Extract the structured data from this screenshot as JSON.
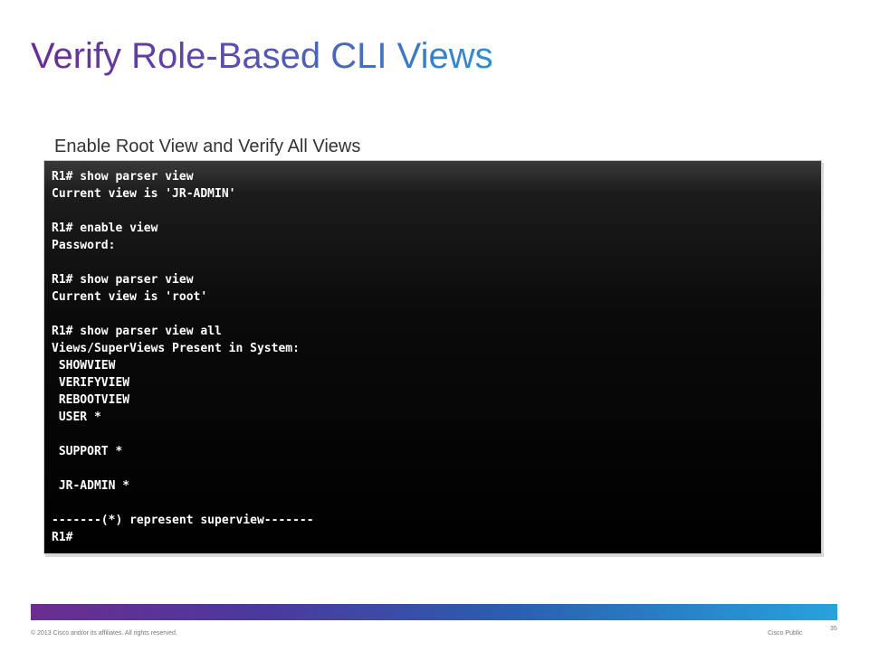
{
  "slide": {
    "title": "Verify Role-Based CLI Views",
    "subtitle": "Enable Root View and Verify All Views"
  },
  "terminal": {
    "lines": [
      {
        "prompt": "R1#",
        "command": " show parser view",
        "text": ""
      },
      {
        "prompt": "",
        "command": "",
        "text": "Current view is 'JR-ADMIN'"
      },
      {
        "prompt": "",
        "command": "",
        "text": ""
      },
      {
        "prompt": "R1#",
        "command": " enable view",
        "text": ""
      },
      {
        "prompt": "",
        "command": "",
        "text": "Password:"
      },
      {
        "prompt": "",
        "command": "",
        "text": ""
      },
      {
        "prompt": "R1#",
        "command": " show parser view",
        "text": ""
      },
      {
        "prompt": "",
        "command": "",
        "text": "Current view is 'root'"
      },
      {
        "prompt": "",
        "command": "",
        "text": ""
      },
      {
        "prompt": "R1#",
        "command": " show parser view all",
        "text": ""
      },
      {
        "prompt": "",
        "command": "",
        "text": "Views/SuperViews Present in System:"
      },
      {
        "prompt": "",
        "command": "",
        "text": " SHOWVIEW"
      },
      {
        "prompt": "",
        "command": "",
        "text": " VERIFYVIEW"
      },
      {
        "prompt": "",
        "command": "",
        "text": " REBOOTVIEW"
      },
      {
        "prompt": "",
        "command": "",
        "text": " USER *"
      },
      {
        "prompt": "",
        "command": "",
        "text": ""
      },
      {
        "prompt": "",
        "command": "",
        "text": " SUPPORT *"
      },
      {
        "prompt": "",
        "command": "",
        "text": ""
      },
      {
        "prompt": "",
        "command": "",
        "text": " JR-ADMIN *"
      },
      {
        "prompt": "",
        "command": "",
        "text": ""
      },
      {
        "prompt": "",
        "command": "",
        "text": "-------(*) represent superview-------"
      },
      {
        "prompt": "R1#",
        "command": "",
        "text": ""
      }
    ]
  },
  "footer": {
    "copyright": "© 2013 Cisco and/or its affiliates. All rights reserved.",
    "classification": "Cisco Public",
    "page_number": "35"
  },
  "colors": {
    "title_start": "#6a2c91",
    "title_end": "#2f8fd0",
    "terminal_bg": "#000000",
    "terminal_text": "#ffffff"
  }
}
